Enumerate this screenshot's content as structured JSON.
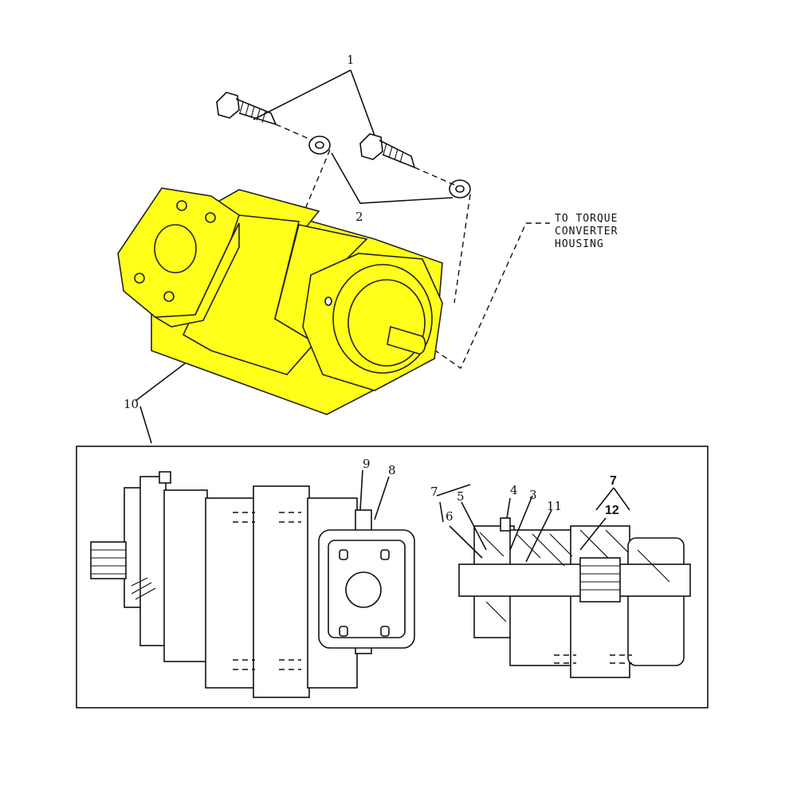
{
  "colors": {
    "pump_body": "#ffff1a",
    "line": "#111111"
  },
  "exploded_view": {
    "callouts": {
      "bolts": "1",
      "washers": "2",
      "pump": "10"
    },
    "note_lines": [
      "TO TORQUE",
      "CONVERTER",
      "HOUSING"
    ]
  },
  "detail_view": {
    "callouts": {
      "c9": "9",
      "c8": "8",
      "c7a": "7",
      "c5": "5",
      "c6": "6",
      "c4": "4",
      "c3": "3",
      "c11": "11",
      "c7b": "7",
      "c12": "12"
    }
  }
}
